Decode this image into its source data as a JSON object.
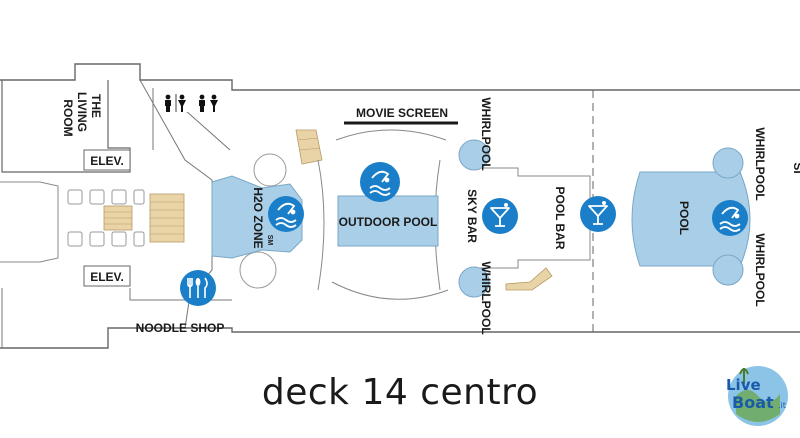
{
  "labels": {
    "living_room": [
      "THE",
      "LIVING",
      "ROOM"
    ],
    "elev_top": "ELEV.",
    "elev_bottom": "ELEV.",
    "noodle_shop": "NOODLE SHOP",
    "h2o_zone": "H2O ZONE",
    "h2o_sm": "SM",
    "movie_screen": "MOVIE SCREEN",
    "outdoor_pool": "OUTDOOR POOL",
    "whirlpool_top": "WHIRLPOOL",
    "whirlpool_bottom": "WHIRLPOOL",
    "sky_bar": "SKY BAR",
    "pool_bar": "POOL BAR",
    "pool": "POOL",
    "whirlpool_right_top": "WHIRLPOOL",
    "whirlpool_right_bottom": "WHIRLPOOL",
    "cut_label": "SI"
  },
  "caption": "deck 14 centro",
  "logo": {
    "line1": "Live",
    "line2": "Boat",
    "suffix": ".it"
  },
  "colors": {
    "outline": "#888888",
    "wall": "#555555",
    "pool_fill": "#a9cfe8",
    "icon_blue": "#1a7fc8",
    "stairs": "#e8d4a6"
  },
  "icons": [
    "toilet-icon",
    "dining-icon",
    "swim-icon",
    "cocktail-icon"
  ]
}
